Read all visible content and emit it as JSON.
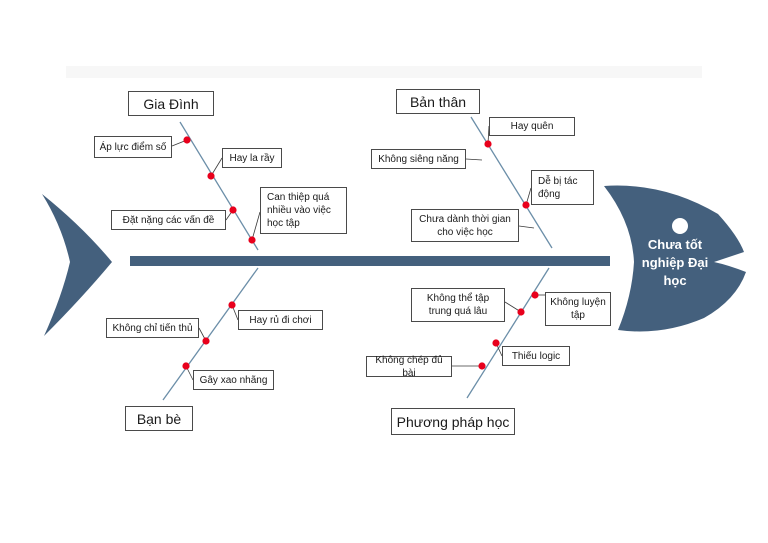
{
  "effect": "Chưa tốt nghiệp Đại học",
  "colors": {
    "fish": "#44607d",
    "bone": "#6b8ea8",
    "dot": "#e8001c"
  },
  "categories": {
    "gia_dinh": "Gia Đình",
    "ban_than": "Bản thân",
    "ban_be": "Bạn bè",
    "phuong_phap_hoc": "Phương pháp học"
  },
  "causes": {
    "gia_dinh": [
      "Áp lực điểm số",
      "Hay la rầy",
      "Đặt nặng các vấn đề",
      "Can thiệp quá nhiều vào việc học tập"
    ],
    "ban_than": [
      "Hay quên",
      "Không siêng năng",
      "Dễ bị tác động",
      "Chưa dành thời gian cho việc học"
    ],
    "ban_be": [
      "Hay rủ đi chơi",
      "Không chỉ tiến thủ",
      "Gây xao nhãng"
    ],
    "phuong_phap_hoc": [
      "Không thể tập trung quá lâu",
      "Không luyện tập",
      "Thiếu logic",
      "Không chép đủ bài"
    ]
  }
}
